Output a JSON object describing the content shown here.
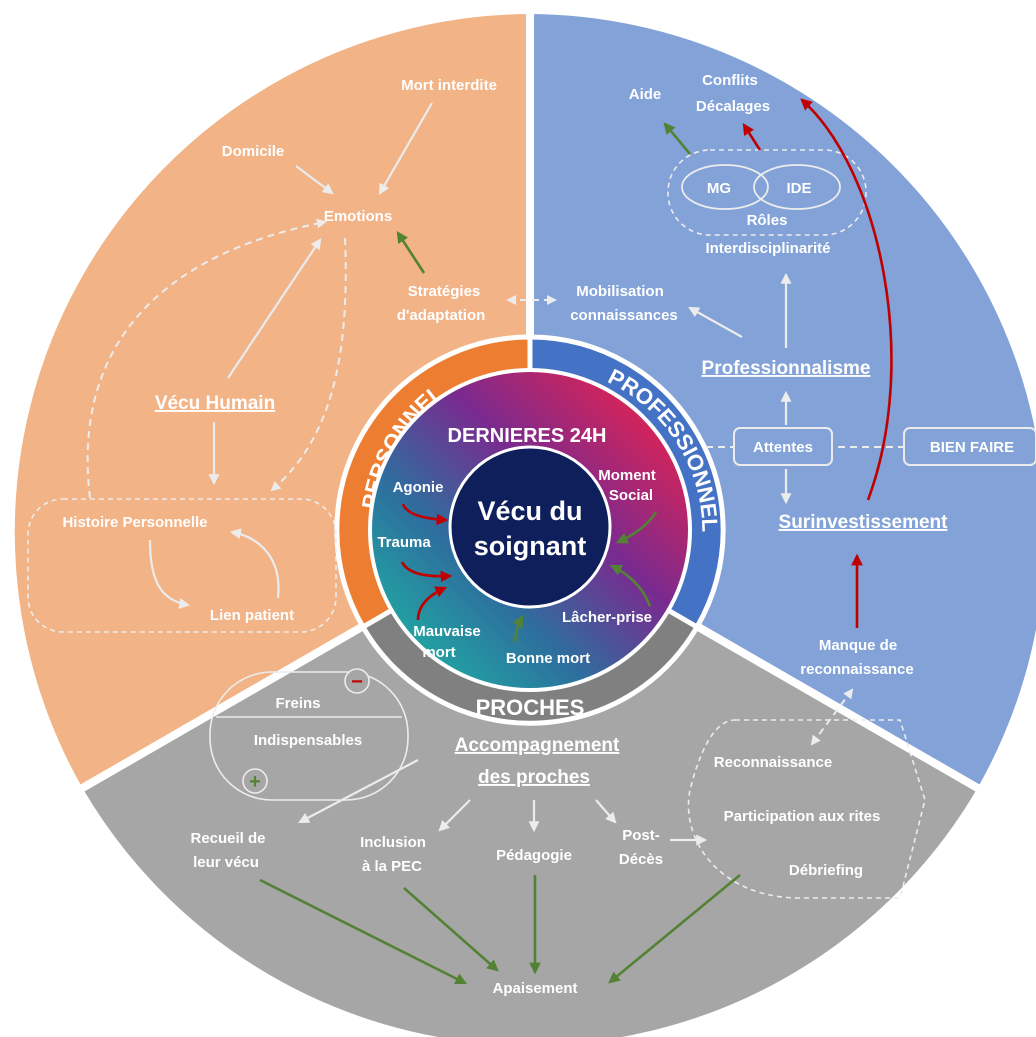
{
  "colors": {
    "personnel": "#f2b387",
    "professionnel": "#82a2d8",
    "proches": "#a6a6a6",
    "personnel_ring": "#ed7d31",
    "professionnel_ring": "#4472c4",
    "proches_ring": "#808080",
    "green_arrow": "#548235",
    "red_arrow": "#c00000",
    "center": "#0f1f5c"
  },
  "center": {
    "title": "DERNIERES 24H",
    "core_line1": "Vécu du",
    "core_line2": "soignant",
    "agonie": "Agonie",
    "trauma": "Trauma",
    "mauvaise_line1": "Mauvaise",
    "mauvaise_line2": "mort",
    "bonne_mort": "Bonne mort",
    "lacher_prise": "Lâcher-prise",
    "moment_line1": "Moment",
    "moment_line2": "Social"
  },
  "ring": {
    "personnel": "PERSONNEL",
    "professionnel": "PROFESSIONNEL",
    "proches": "PROCHES"
  },
  "personnel": {
    "heading": "Vécu Humain",
    "mort_interdite": "Mort interdite",
    "domicile": "Domicile",
    "emotions": "Emotions",
    "strategies_line1": "Stratégies",
    "strategies_line2": "d'adaptation",
    "histoire": "Histoire Personnelle",
    "lien_patient": "Lien patient"
  },
  "professionnel": {
    "heading": "Professionnalisme",
    "aide": "Aide",
    "conflits": "Conflits",
    "decalages": "Décalages",
    "mg": "MG",
    "ide": "IDE",
    "roles": "Rôles",
    "interdisciplinarite": "Interdisciplinarité",
    "mobilisation_line1": "Mobilisation",
    "mobilisation_line2": "connaissances",
    "attentes": "Attentes",
    "bien_faire": "BIEN FAIRE",
    "surinvestissement": "Surinvestissement",
    "manque_line1": "Manque de",
    "manque_line2": "reconnaissance"
  },
  "proches": {
    "heading_line1": "Accompagnement",
    "heading_line2": "des proches",
    "freins": "Freins",
    "indispensables": "Indispensables",
    "minus": "−",
    "plus": "+",
    "recueil_line1": "Recueil de",
    "recueil_line2": "leur vécu",
    "inclusion_line1": "Inclusion",
    "inclusion_line2": "à la PEC",
    "pedagogie": "Pédagogie",
    "post_line1": "Post-",
    "post_line2": "Décès",
    "reconnaissance": "Reconnaissance",
    "participation": "Participation aux rites",
    "debriefing": "Débriefing",
    "apaisement": "Apaisement"
  }
}
